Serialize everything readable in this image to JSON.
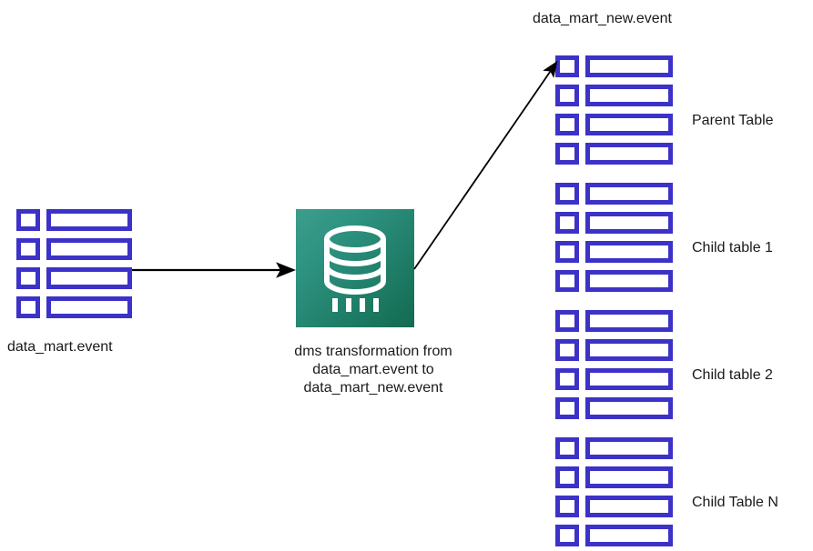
{
  "diagram": {
    "background_color": "#ffffff",
    "table_border_color": "#3c32c8",
    "icon_gradient_from": "#3d9d8a",
    "icon_gradient_to": "#136b52",
    "arrow_color": "#000000",
    "text_color": "#1a1a1a"
  },
  "source": {
    "label": "data_mart.event",
    "icon": "table-icon",
    "row_count": 4
  },
  "transform": {
    "icon": "database-icon",
    "caption_line_1": "dms transformation from",
    "caption_line_2": "data_mart.event to",
    "caption_line_3": "data_mart_new.event"
  },
  "target": {
    "title": "data_mart_new.event",
    "groups": [
      {
        "label": "Parent Table",
        "row_count": 4
      },
      {
        "label": "Child table 1",
        "row_count": 4
      },
      {
        "label": "Child table 2",
        "row_count": 4
      },
      {
        "label": "Child Table N",
        "row_count": 4
      }
    ]
  },
  "connections": [
    {
      "name": "source-to-transform",
      "from": "data_mart.event",
      "to": "dms transformation"
    },
    {
      "name": "transform-to-target",
      "from": "dms transformation",
      "to": "data_mart_new.event"
    }
  ]
}
